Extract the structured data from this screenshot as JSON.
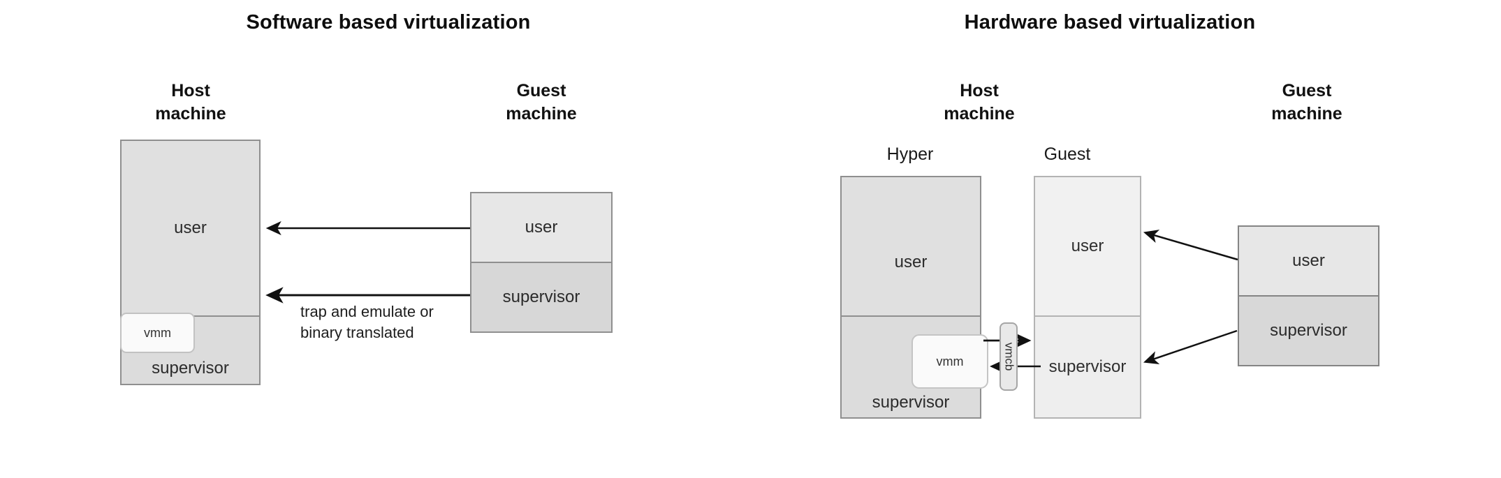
{
  "software": {
    "title": "Software based virtualization",
    "host_heading": [
      "Host",
      "machine"
    ],
    "guest_heading": [
      "Guest",
      "machine"
    ],
    "host_box": {
      "user": "user",
      "supervisor": "supervisor",
      "vmm": "vmm"
    },
    "guest_box": {
      "user": "user",
      "supervisor": "supervisor"
    },
    "arrow_note": [
      "trap and emulate or",
      "binary translated"
    ]
  },
  "hardware": {
    "title": "Hardware based virtualization",
    "host_heading": [
      "Host",
      "machine"
    ],
    "guest_heading": [
      "Guest",
      "machine"
    ],
    "hyper_column_label": "Hyper",
    "guest_column_label": "Guest",
    "hyper_box": {
      "user": "user",
      "supervisor": "supervisor",
      "vmm": "vmm"
    },
    "guest_column_box": {
      "user": "user",
      "supervisor": "supervisor"
    },
    "vmcb_label": "vmcb",
    "guest_box": {
      "user": "user",
      "supervisor": "supervisor"
    }
  },
  "colors": {
    "background": "#ffffff",
    "box_fill_medium": "#e0e0e0",
    "box_fill_dark": "#d8d8d8",
    "box_fill_light": "#f1f1f1",
    "vmm_fill": "#fafafa",
    "border": "#8f8f8f",
    "arrow": "#111111",
    "text": "#222222"
  }
}
